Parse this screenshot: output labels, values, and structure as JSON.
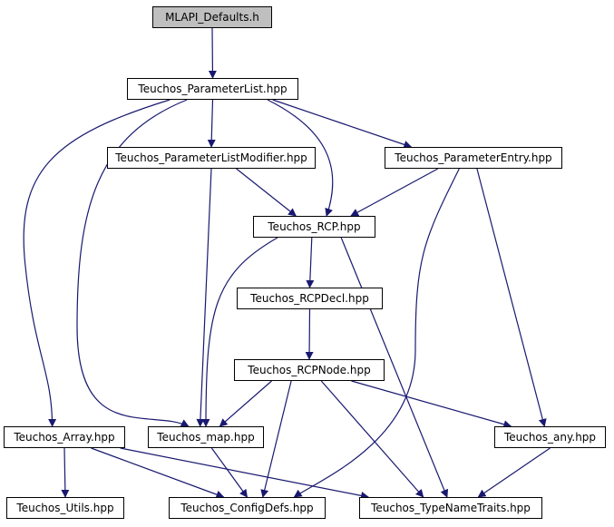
{
  "graph": {
    "root": "MLAPI_Defaults.h",
    "nodes": {
      "mlapi_defaults": "MLAPI_Defaults.h",
      "parameterlist": "Teuchos_ParameterList.hpp",
      "parameterlistmodifier": "Teuchos_ParameterListModifier.hpp",
      "parameterentry": "Teuchos_ParameterEntry.hpp",
      "rcp": "Teuchos_RCP.hpp",
      "rcpdecl": "Teuchos_RCPDecl.hpp",
      "rcpnode": "Teuchos_RCPNode.hpp",
      "array": "Teuchos_Array.hpp",
      "map": "Teuchos_map.hpp",
      "any": "Teuchos_any.hpp",
      "utils": "Teuchos_Utils.hpp",
      "configdefs": "Teuchos_ConfigDefs.hpp",
      "typenametraits": "Teuchos_TypeNameTraits.hpp"
    },
    "edges": [
      [
        "mlapi_defaults",
        "parameterlist"
      ],
      [
        "parameterlist",
        "parameterlistmodifier"
      ],
      [
        "parameterlist",
        "parameterentry"
      ],
      [
        "parameterlist",
        "rcp"
      ],
      [
        "parameterlist",
        "array"
      ],
      [
        "parameterlist",
        "map"
      ],
      [
        "parameterlistmodifier",
        "rcp"
      ],
      [
        "parameterlistmodifier",
        "map"
      ],
      [
        "parameterentry",
        "rcp"
      ],
      [
        "parameterentry",
        "configdefs"
      ],
      [
        "parameterentry",
        "any"
      ],
      [
        "rcp",
        "rcpdecl"
      ],
      [
        "rcp",
        "map"
      ],
      [
        "rcp",
        "typenametraits"
      ],
      [
        "rcpdecl",
        "rcpnode"
      ],
      [
        "rcpnode",
        "map"
      ],
      [
        "rcpnode",
        "configdefs"
      ],
      [
        "rcpnode",
        "typenametraits"
      ],
      [
        "rcpnode",
        "any"
      ],
      [
        "array",
        "utils"
      ],
      [
        "array",
        "configdefs"
      ],
      [
        "array",
        "typenametraits"
      ],
      [
        "map",
        "configdefs"
      ],
      [
        "any",
        "typenametraits"
      ]
    ],
    "colors": {
      "edge": "#191970",
      "root_fill": "#bfbfbf",
      "node_fill": "#ffffff",
      "node_border": "#000000"
    }
  }
}
